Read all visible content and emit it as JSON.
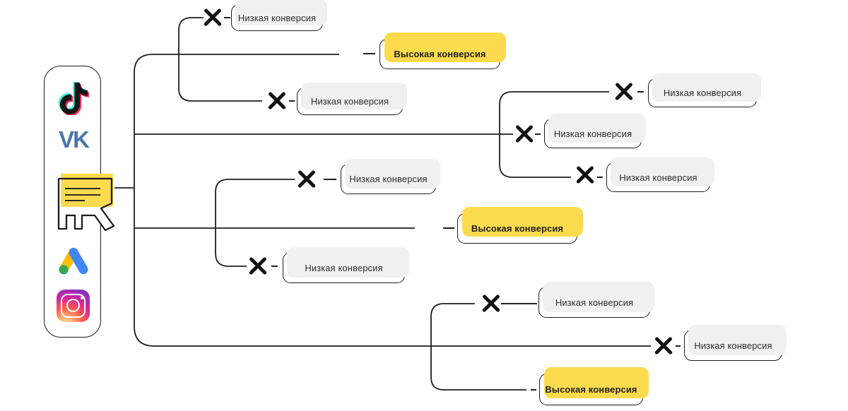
{
  "diagram": {
    "description": "Traffic channels mind map: each channel branch ends in conversion outcomes"
  },
  "sidebar": {
    "vk_label": "VK",
    "channels": [
      "tiktok",
      "vk",
      "landing-page",
      "google-ads",
      "instagram"
    ]
  },
  "labels": {
    "low": "Низкая конверсия",
    "high": "Высокая конверсия"
  },
  "nodes": [
    {
      "type": "low",
      "label": "Низкая конверсия"
    },
    {
      "type": "high",
      "label": "Высокая конверсия"
    },
    {
      "type": "low",
      "label": "Низкая конверсия"
    },
    {
      "type": "low",
      "label": "Низкая конверсия"
    },
    {
      "type": "low",
      "label": "Низкая конверсия"
    },
    {
      "type": "low",
      "label": "Низкая конверсия"
    },
    {
      "type": "low",
      "label": "Низкая конверсия"
    },
    {
      "type": "high",
      "label": "Высокая конверсия"
    },
    {
      "type": "low",
      "label": "Низкая конверсия"
    },
    {
      "type": "low",
      "label": "Низкая конверсия"
    },
    {
      "type": "low",
      "label": "Низкая конверсия"
    },
    {
      "type": "high",
      "label": "Высокая конверсия"
    }
  ],
  "colors": {
    "line": "#1f1f1f",
    "highlight_yellow": "#fbdb4d",
    "low_marker": "#f0f0f0",
    "vk_blue": "#4a76a8",
    "tiktok_cyan": "#25f4ee",
    "tiktok_pink": "#fe2c55",
    "google_yellow": "#fbbc04",
    "google_blue": "#4285f4",
    "google_green": "#34a853"
  }
}
